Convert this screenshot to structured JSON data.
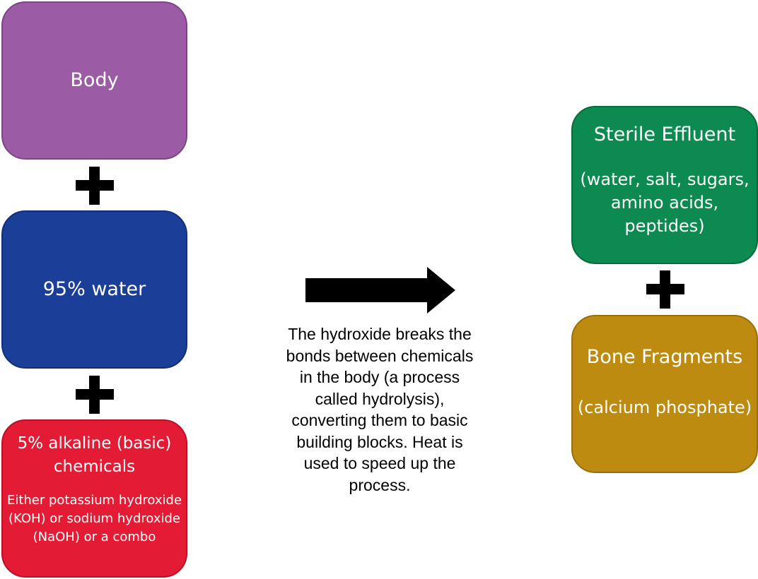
{
  "inputs": {
    "body": {
      "label": "Body"
    },
    "water": {
      "label": "95% water"
    },
    "alkaline": {
      "label": "5% alkaline (basic) chemicals",
      "detail": "Either potassium hydroxide (KOH) or sodium hydroxide (NaOH) or a combo"
    }
  },
  "process": {
    "description": "The hydroxide breaks the bonds between chemicals in the body (a process called hydrolysis), converting them to basic building blocks. Heat is used to speed up the process."
  },
  "outputs": {
    "effluent": {
      "label": "Sterile Effluent",
      "detail": "(water, salt, sugars, amino acids, peptides)"
    },
    "bone": {
      "label": "Bone Fragments",
      "detail": "(calcium phosphate)"
    }
  },
  "colors": {
    "body": "#9b5ba5",
    "water": "#1b3f98",
    "alkaline": "#e31b35",
    "effluent": "#0c8a50",
    "bone": "#bc8b10"
  },
  "icons": [
    "plus-icon",
    "right-arrow-icon"
  ]
}
